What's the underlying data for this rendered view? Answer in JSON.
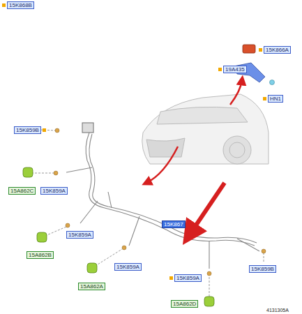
{
  "diagram": {
    "labels": [
      "15K868B",
      "15K866A",
      "19A435",
      "HN1",
      "15K859B",
      "15A862C",
      "15K859A",
      "15K859A",
      "15A862B",
      "15K867",
      "15K859A",
      "15A862A",
      "15K859A",
      "15A862D",
      "15K859B",
      "4131305A"
    ]
  }
}
